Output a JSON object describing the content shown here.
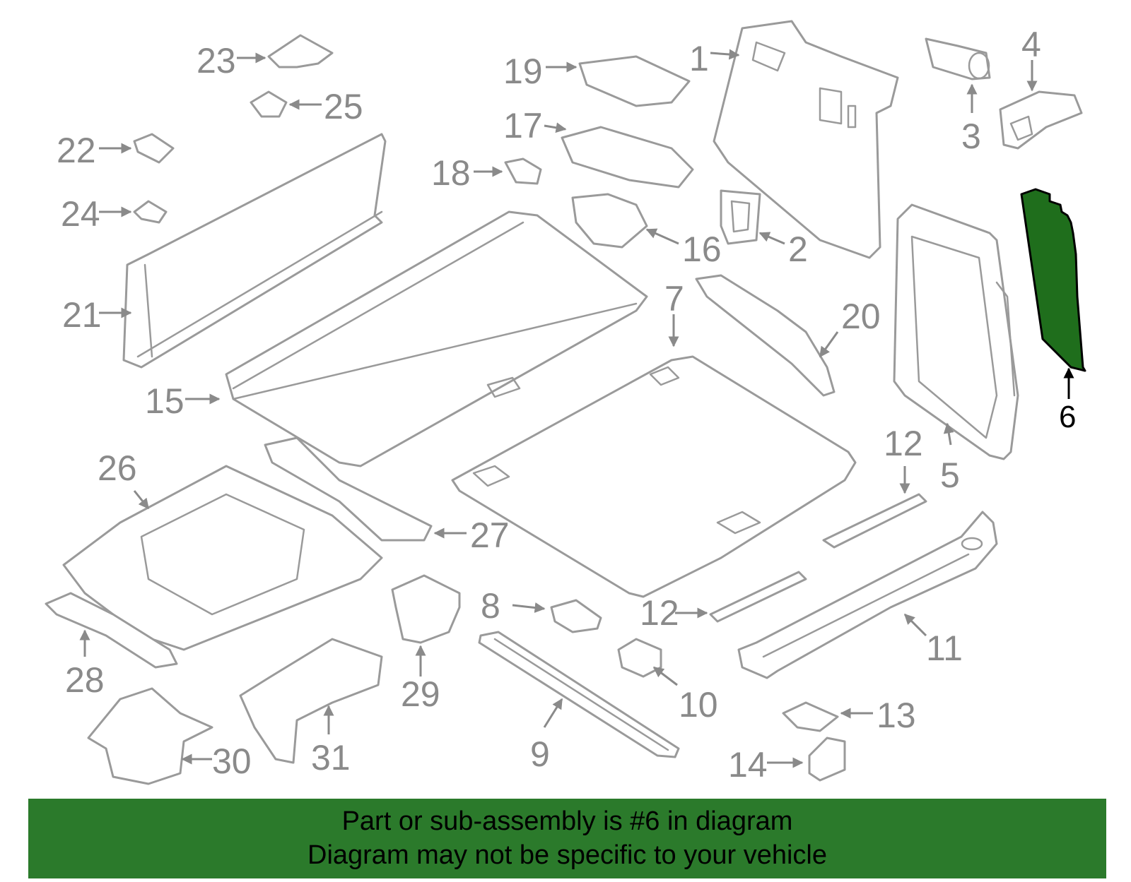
{
  "diagram": {
    "highlight_color": "#2b7a2b",
    "part_outline_color": "#9a9a9a",
    "callouts": [
      "1",
      "2",
      "3",
      "4",
      "5",
      "6",
      "7",
      "8",
      "9",
      "10",
      "11",
      "12",
      "12",
      "13",
      "14",
      "15",
      "16",
      "17",
      "18",
      "19",
      "20",
      "21",
      "22",
      "23",
      "24",
      "25",
      "26",
      "27",
      "28",
      "29",
      "30",
      "31"
    ],
    "highlighted_callout": "6"
  },
  "banner": {
    "line1": "Part or sub-assembly is #6 in diagram",
    "line2": "Diagram may not be specific to your vehicle"
  }
}
